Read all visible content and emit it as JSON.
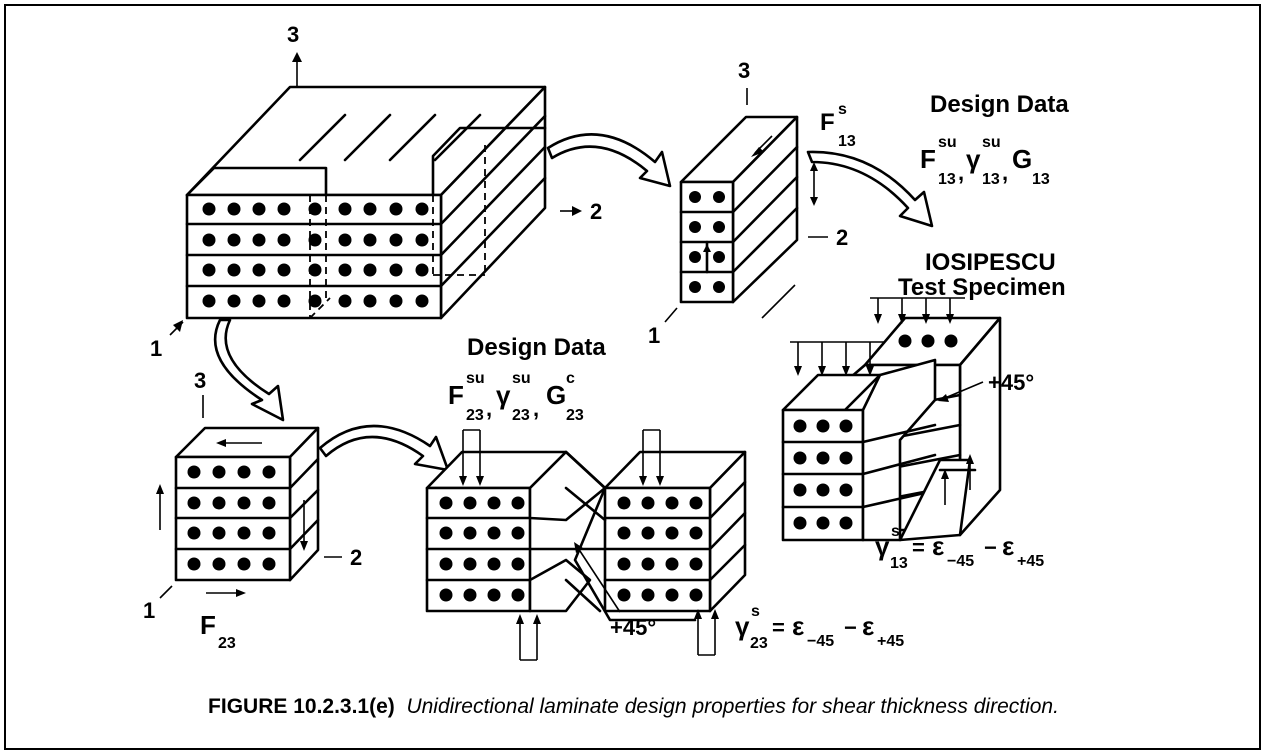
{
  "figure": {
    "caption_number": "FIGURE 10.2.3.1(e)",
    "caption_text": "Unidirectional laminate design properties for shear thickness direction.",
    "labels": {
      "axis_3": "3",
      "axis_2": "2",
      "axis_1": "1",
      "design_data_top": "Design Data",
      "design_data_mid": "Design Data",
      "test_specimen_line1": "IOSIPESCU",
      "test_specimen_line2": "Test Specimen",
      "plus_45": "+45°",
      "plus_45_bottom": "+45°"
    },
    "math": {
      "F": "F",
      "gamma": "γ",
      "G": "G",
      "su": "su",
      "s": "s",
      "c": "c",
      "i13": "13",
      "i23": "23",
      "comma": ",",
      "eq": "=",
      "eps": "ε",
      "minus": "−",
      "m45": "−45",
      "p45": "+45"
    }
  }
}
